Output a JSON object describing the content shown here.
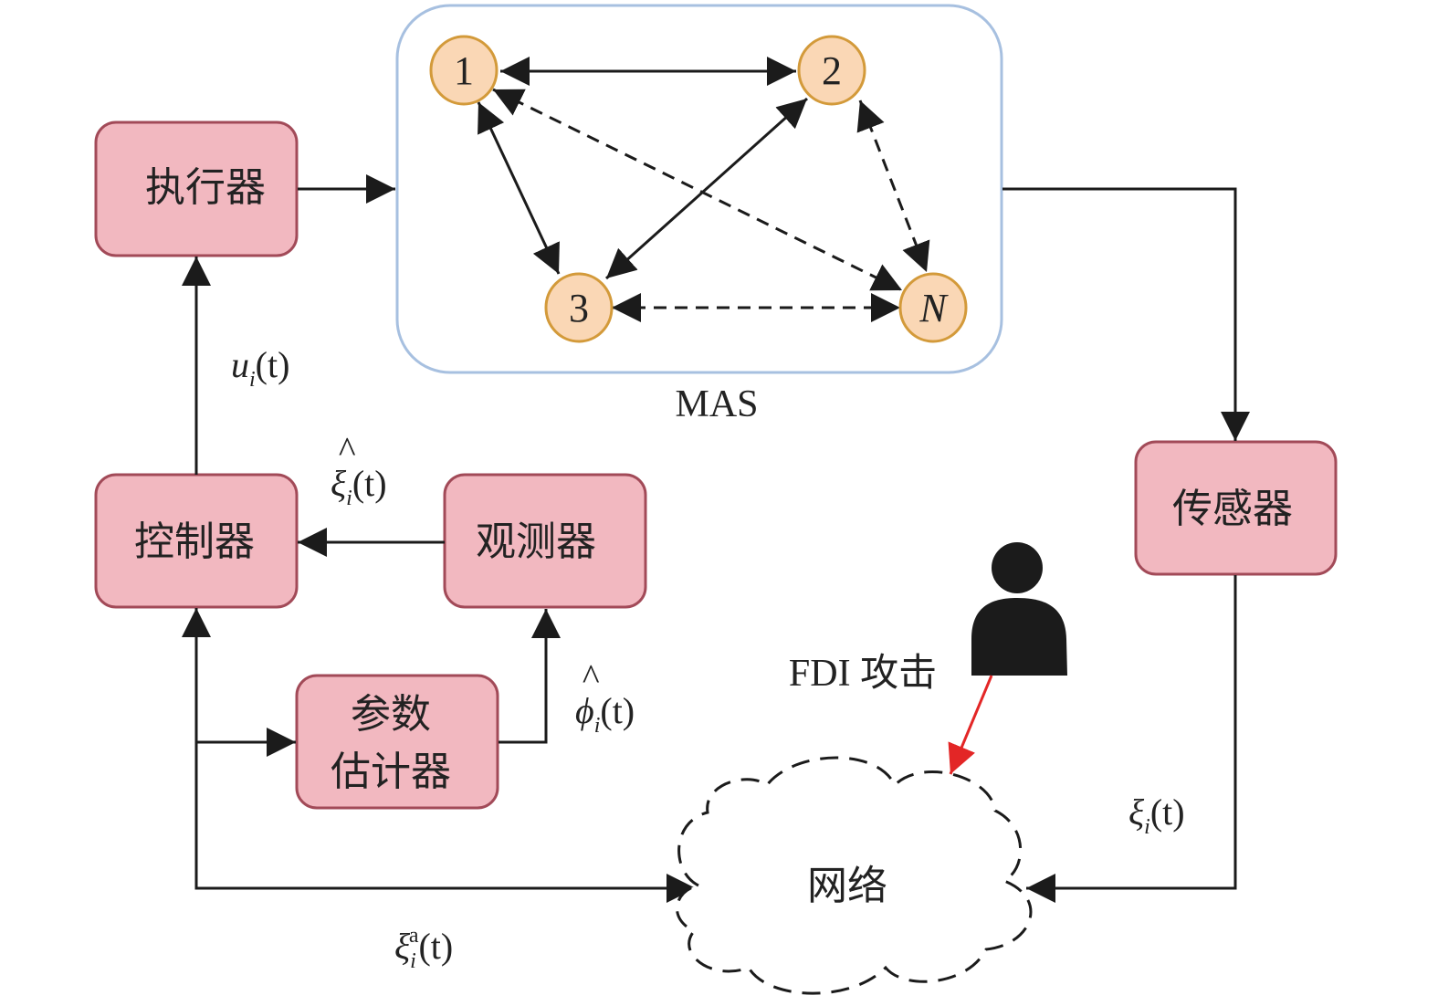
{
  "blocks": {
    "actuator": "执行器",
    "controller": "控制器",
    "observer": "观测器",
    "estimator_line1": "参数",
    "estimator_line2": "估计器",
    "sensor": "传感器",
    "network": "网络"
  },
  "mas": {
    "label": "MAS",
    "nodes": [
      "1",
      "2",
      "3",
      "N"
    ],
    "edges": [
      {
        "from": "1",
        "to": "2",
        "style": "solid",
        "direction": "bidirectional"
      },
      {
        "from": "1",
        "to": "3",
        "style": "solid",
        "direction": "bidirectional"
      },
      {
        "from": "2",
        "to": "3",
        "style": "solid",
        "direction": "bidirectional"
      },
      {
        "from": "1",
        "to": "N",
        "style": "dashed",
        "direction": "bidirectional"
      },
      {
        "from": "2",
        "to": "N",
        "style": "dashed",
        "direction": "bidirectional"
      },
      {
        "from": "3",
        "to": "N",
        "style": "dashed",
        "direction": "bidirectional"
      }
    ]
  },
  "signals": {
    "u": {
      "base": "u",
      "sub": "i",
      "arg": "(t)"
    },
    "xi_hat": {
      "base": "ξ",
      "sub": "i",
      "arg": "(t)",
      "accent": "^"
    },
    "phi_hat": {
      "base": "ϕ",
      "sub": "i",
      "arg": "(t)",
      "accent": "^"
    },
    "xi": {
      "base": "ξ",
      "sub": "i",
      "arg": "(t)"
    },
    "xi_a": {
      "base": "ξ",
      "sub": "i",
      "sup": "a",
      "arg": "(t)"
    }
  },
  "attack": {
    "label": "FDI 攻击",
    "icon": "attacker-person-icon",
    "arrow_color": "#e32626"
  },
  "colors": {
    "block_fill": "#f2b8c0",
    "block_stroke": "#a24a58",
    "node_fill": "#fad7b5",
    "node_stroke": "#d39a3a",
    "mas_frame": "#a7c0e0"
  }
}
